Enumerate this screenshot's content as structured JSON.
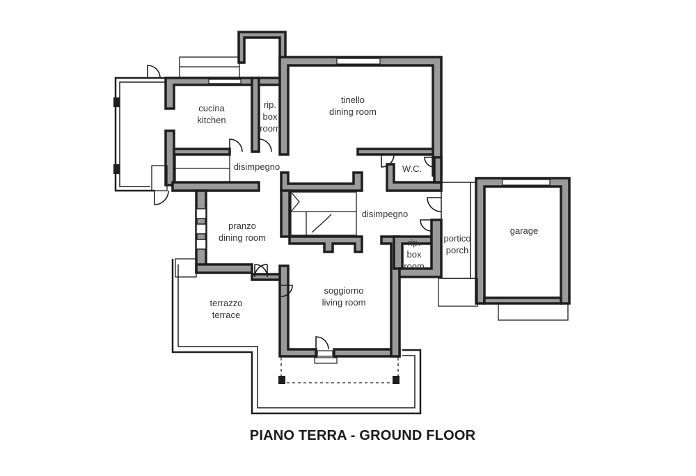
{
  "title": "PIANO TERRA - GROUND FLOOR",
  "rooms": {
    "cucina": {
      "it": "cucina",
      "en": "kitchen"
    },
    "rip1": {
      "it": "rip.",
      "en": "box",
      "en2": "room"
    },
    "tinello": {
      "it": "tinello",
      "en": "dining room"
    },
    "wc": {
      "it": "W.C."
    },
    "disimpegno1": {
      "it": "disimpegno"
    },
    "disimpegno2": {
      "it": "disimpegno"
    },
    "pranzo": {
      "it": "pranzo",
      "en": "dining room"
    },
    "rip2": {
      "it": "rip.",
      "en": "box",
      "en2": "room"
    },
    "portico": {
      "it": "portico",
      "en": "porch"
    },
    "garage": {
      "it": "garage"
    },
    "soggiorno": {
      "it": "soggiorno",
      "en": "living room"
    },
    "terrazzo": {
      "it": "terrazzo",
      "en": "terrace"
    }
  },
  "colors": {
    "wall_fill": "#9a9a9a",
    "line": "#1e1e1e",
    "background": "#ffffff"
  }
}
